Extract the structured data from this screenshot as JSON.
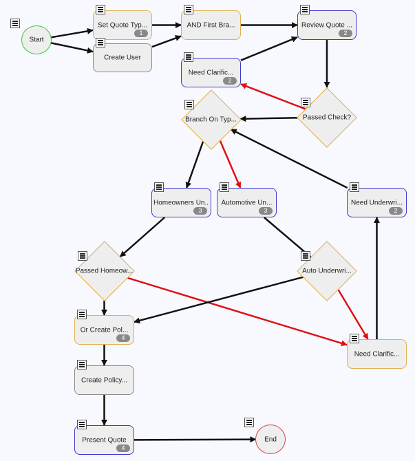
{
  "colors": {
    "activity_blue": "#3a3ad0",
    "activity_orange": "#e0b050",
    "activity_gray": "#888888",
    "start_green": "#33cc33",
    "end_red": "#e04040",
    "edge_normal": "#111111",
    "edge_reject": "#e01010"
  },
  "icons": {
    "node_menu": "list-menu-icon"
  },
  "nodes": [
    {
      "id": "start",
      "kind": "start",
      "label": "Start"
    },
    {
      "id": "set_quote_type",
      "kind": "activity",
      "label": "Set Quote Typ...",
      "badge": "1",
      "border": "orange"
    },
    {
      "id": "create_user",
      "kind": "activity",
      "label": "Create User",
      "border": "gray"
    },
    {
      "id": "and_first_branch",
      "kind": "activity",
      "label": "AND First Bra...",
      "border": "orange"
    },
    {
      "id": "review_quote",
      "kind": "activity",
      "label": "Review Quote ...",
      "badge": "2",
      "border": "blue"
    },
    {
      "id": "need_clarification_1",
      "kind": "activity",
      "label": "Need Clarific...",
      "badge": "2",
      "border": "blue"
    },
    {
      "id": "passed_check",
      "kind": "decision",
      "label": "Passed Check?"
    },
    {
      "id": "branch_on_type",
      "kind": "decision",
      "label": "Branch On Typ..."
    },
    {
      "id": "homeowners_underwriting",
      "kind": "activity",
      "label": "Homeowners Un...",
      "badge": "3",
      "border": "blue"
    },
    {
      "id": "automotive_underwriting",
      "kind": "activity",
      "label": "Automotive Un...",
      "badge": "3",
      "border": "blue"
    },
    {
      "id": "need_underwriting",
      "kind": "activity",
      "label": "Need Underwri...",
      "badge": "2",
      "border": "blue"
    },
    {
      "id": "passed_homeowners",
      "kind": "decision",
      "label": "Passed Homeow..."
    },
    {
      "id": "auto_underwriting_check",
      "kind": "decision",
      "label": "Auto Underwri..."
    },
    {
      "id": "or_create_policy",
      "kind": "activity",
      "label": "Or Create Pol...",
      "badge": "4",
      "border": "orange"
    },
    {
      "id": "need_clarification_2",
      "kind": "activity",
      "label": "Need Clarific...",
      "border": "orange"
    },
    {
      "id": "create_policy",
      "kind": "activity",
      "label": "Create Policy...",
      "border": "gray"
    },
    {
      "id": "present_quote",
      "kind": "activity",
      "label": "Present Quote",
      "badge": "4",
      "border": "blue"
    },
    {
      "id": "end",
      "kind": "end",
      "label": "End"
    }
  ],
  "edges": [
    {
      "from": "start",
      "to": "set_quote_type",
      "type": "normal"
    },
    {
      "from": "start",
      "to": "create_user",
      "type": "normal"
    },
    {
      "from": "set_quote_type",
      "to": "and_first_branch",
      "type": "normal"
    },
    {
      "from": "create_user",
      "to": "and_first_branch",
      "type": "normal"
    },
    {
      "from": "and_first_branch",
      "to": "review_quote",
      "type": "normal"
    },
    {
      "from": "need_clarification_1",
      "to": "review_quote",
      "type": "normal"
    },
    {
      "from": "review_quote",
      "to": "passed_check",
      "type": "normal"
    },
    {
      "from": "passed_check",
      "to": "need_clarification_1",
      "type": "reject"
    },
    {
      "from": "passed_check",
      "to": "branch_on_type",
      "type": "normal"
    },
    {
      "from": "need_underwriting",
      "to": "branch_on_type",
      "type": "normal"
    },
    {
      "from": "branch_on_type",
      "to": "homeowners_underwriting",
      "type": "normal"
    },
    {
      "from": "branch_on_type",
      "to": "automotive_underwriting",
      "type": "reject"
    },
    {
      "from": "homeowners_underwriting",
      "to": "passed_homeowners",
      "type": "normal"
    },
    {
      "from": "automotive_underwriting",
      "to": "auto_underwriting_check",
      "type": "normal"
    },
    {
      "from": "passed_homeowners",
      "to": "or_create_policy",
      "type": "normal"
    },
    {
      "from": "passed_homeowners",
      "to": "need_clarification_2",
      "type": "reject"
    },
    {
      "from": "auto_underwriting_check",
      "to": "or_create_policy",
      "type": "normal"
    },
    {
      "from": "auto_underwriting_check",
      "to": "need_clarification_2",
      "type": "reject"
    },
    {
      "from": "need_clarification_2",
      "to": "need_underwriting",
      "type": "normal"
    },
    {
      "from": "or_create_policy",
      "to": "create_policy",
      "type": "normal"
    },
    {
      "from": "create_policy",
      "to": "present_quote",
      "type": "normal"
    },
    {
      "from": "present_quote",
      "to": "end",
      "type": "normal"
    }
  ]
}
